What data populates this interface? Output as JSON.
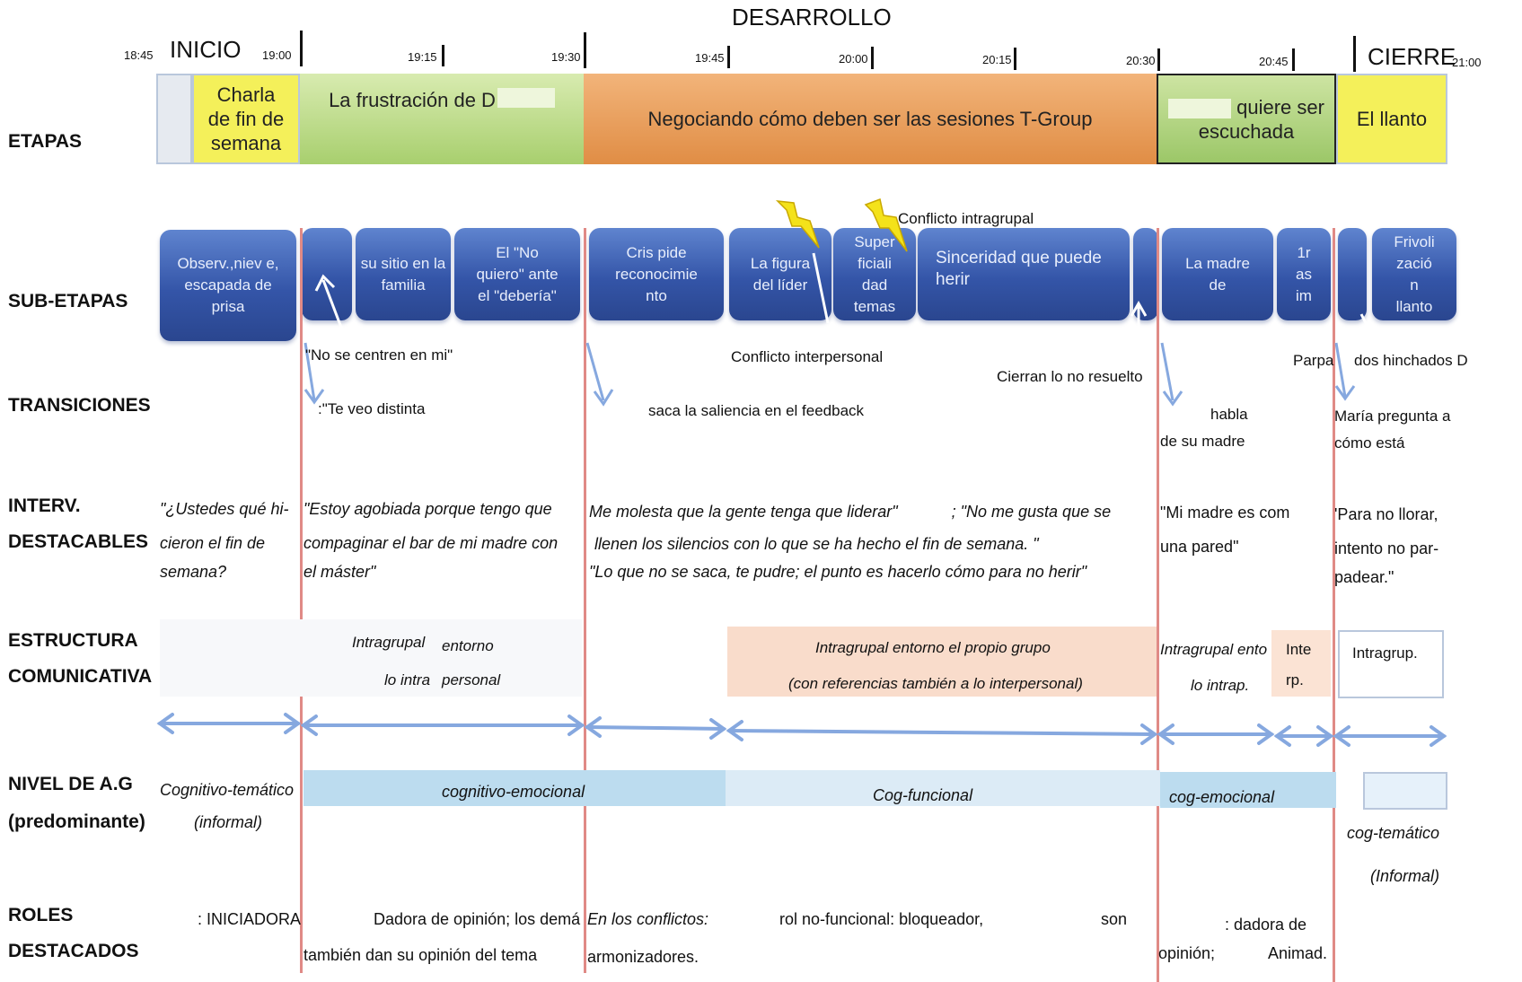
{
  "headers": {
    "desarrollo": "DESARROLLO",
    "inicio": "INICIO",
    "cierre": "CIERRE"
  },
  "times": [
    "18:45",
    "19:00",
    "19:15",
    "19:30",
    "19:45",
    "20:00",
    "20:15",
    "20:30",
    "20:45",
    "21:00"
  ],
  "row_labels": {
    "etapas": "ETAPAS",
    "sub_etapas": "SUB-ETAPAS",
    "transiciones": "TRANSICIONES",
    "interv_1": "INTERV.",
    "interv_2": "DESTACABLES",
    "estructura_1": "ESTRUCTURA",
    "estructura_2": "COMUNICATIVA",
    "nivel_1": "NIVEL DE A.G",
    "nivel_2": "(predominante)",
    "roles_1": "ROLES",
    "roles_2": "DESTACADOS"
  },
  "etapas": [
    "Charla de fin de semana",
    "La frustración de D",
    "Negociando cómo deben ser las sesiones T-Group",
    "quiere ser escuchada",
    "El llanto"
  ],
  "sub_etapas": [
    "Observ.,niev e, escapada de prisa",
    "su sitio en la familia",
    "El \"No quiero\" ante el \"debería\"",
    "Cris pide reconocimie nto",
    "La figura del líder",
    "Super ficiali dad temas",
    "Sinceridad que puede herir",
    "La madre de",
    "1r as im",
    "Frivoli zació n llanto"
  ],
  "conflicts": {
    "intragrupal": "Conflicto intragrupal",
    "interpersonal": "Conflicto interpersonal"
  },
  "transiciones": {
    "no_centren": "\"No se centren en mi\"",
    "te_veo": ":\"Te veo distinta",
    "saliencia": "saca la saliencia en el feedback",
    "cierran": "Cierran lo no resuelto",
    "habla_1": "habla",
    "habla_2": "de su madre",
    "parpa": "Parpa",
    "hinchados": "dos hinchados D",
    "maria_1": "María pregunta a",
    "maria_2": "cómo está"
  },
  "intervenciones": {
    "i1": [
      "\"¿Ustedes qué hi-",
      "cieron el fin de",
      "semana?"
    ],
    "i2": [
      "\"Estoy agobiada porque tengo que",
      "compaginar el bar de mi madre con",
      "el máster\""
    ],
    "i3": [
      "Me molesta que la gente tenga que liderar\"",
      "; \"No me gusta que se",
      "llenen los silencios con lo que se ha hecho el fin de semana. \"",
      "\"Lo que no se saca, te pudre; el punto es hacerlo cómo para no herir\""
    ],
    "i4": [
      "\"Mi madre es com",
      "una pared\""
    ],
    "i5": [
      "'Para no llorar,",
      "intento no par-",
      "padear.\""
    ]
  },
  "estructura": {
    "e1a": "Intragrupal",
    "e1b": "entorno",
    "e1c": "lo intra",
    "e1d": "personal",
    "e2a": "Intragrupal entorno el propio grupo",
    "e2b": "(con referencias también a lo interpersonal)",
    "e3a": "Intragrupal ento",
    "e3b": "lo intrap.",
    "e4a": "Inte",
    "e4b": "rp.",
    "e5": "Intragrup."
  },
  "nivel": {
    "n1a": "Cognitivo-temático",
    "n1b": "(informal)",
    "n2": "cognitivo-emocional",
    "n3": "Cog-funcional",
    "n4": "cog-emocional",
    "n5a": "cog-temático",
    "n5b": "(Informal)"
  },
  "roles": {
    "r1": ": INICIADORA",
    "r2a": "Dadora de opinión; los demá",
    "r2b": "también dan su opinión del tema",
    "r3a": "En los conflictos:",
    "r3b": "rol no-funcional: bloqueador,",
    "r3c": "son",
    "r3d": "armonizadores.",
    "r4a": ": dadora de",
    "r4b": "opinión;",
    "r4c": "Animad."
  },
  "colors": {
    "yellow": "#f4f05a",
    "green": "#b2d57a",
    "orange": "#e89a55",
    "sub_blue": "#3a5cae",
    "divider": "#e08a86",
    "arrow": "#86a8df",
    "level_blue": "#bcdcef",
    "peach": "#f9dccb"
  }
}
